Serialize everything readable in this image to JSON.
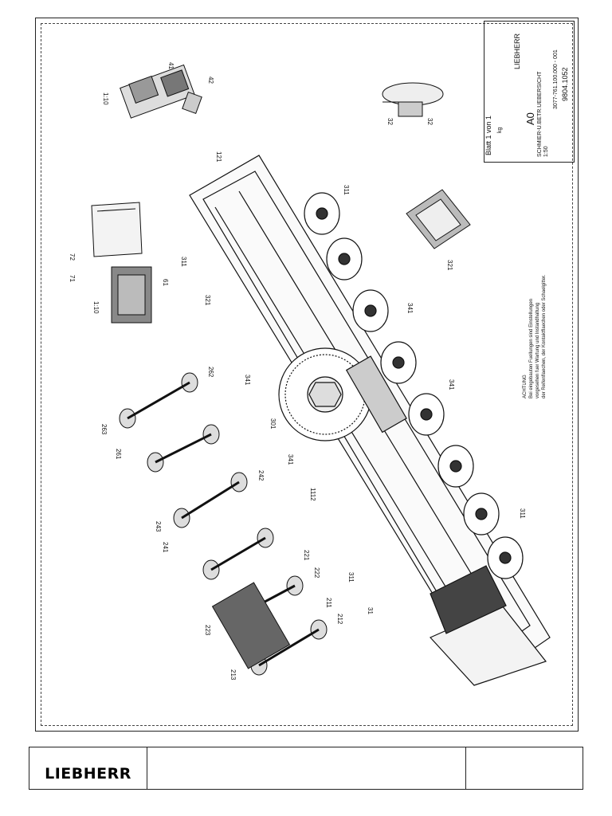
{
  "footer": {
    "logo_text": "LIEBHERR"
  },
  "title_block": {
    "sheet_label": "Blatt 1 von 1",
    "unit": "kg",
    "format": "A0",
    "drawing_number": "9804.1052",
    "part_number": "3077-761.100.000 - 001",
    "title": "SCHMIER-U.BETR.UEBERSICHT",
    "scale": "1:50",
    "brand": "LIEBHERR"
  },
  "notes": {
    "line1": "ACHTUNG",
    "line2": "Bei eingebauten Fuellungen sind Einstellungen",
    "line3": "vorgesehen fuer Wartung und Instandhaltung",
    "line4": "der Reifenflaechen, der Kontaktflaechen oder Schaelgitter."
  },
  "scales": {
    "detail_top": "1:10",
    "detail_mid": "1:10"
  },
  "callouts": [
    "41",
    "42",
    "32",
    "32",
    "121",
    "311",
    "72",
    "71",
    "61",
    "311",
    "321",
    "321",
    "341",
    "262",
    "263",
    "261",
    "341",
    "301",
    "341",
    "242",
    "243",
    "241",
    "1112",
    "221",
    "222",
    "223",
    "211",
    "212",
    "213",
    "311",
    "31",
    "311",
    "341"
  ]
}
